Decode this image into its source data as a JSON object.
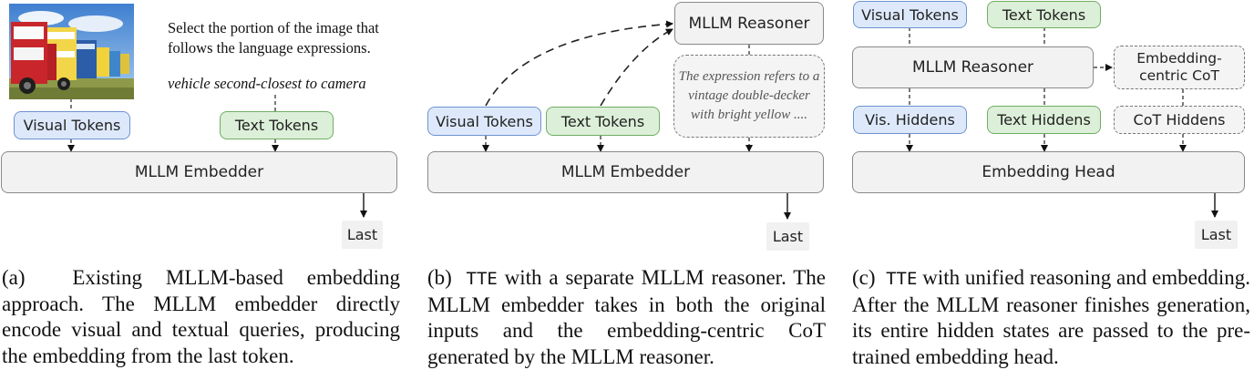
{
  "panel_a": {
    "instruction": "Select the portion of the image that follows the language expressions.",
    "query": "vehicle second-closest to camera",
    "visual_tokens": "Visual Tokens",
    "text_tokens": "Text Tokens",
    "embedder": "MLLM Embedder",
    "last": "Last",
    "caption_tag": "(a)",
    "caption": "Existing MLLM-based embedding approach. The MLLM embedder directly encode visual and textual queries, producing the embedding from the last token."
  },
  "panel_b": {
    "reasoner": "MLLM Reasoner",
    "cot_text": "The expression refers to a vintage double-decker with bright yellow ....",
    "visual_tokens": "Visual Tokens",
    "text_tokens": "Text Tokens",
    "embedder": "MLLM Embedder",
    "last": "Last",
    "caption_tag": "(b)",
    "caption_mono": "TTE",
    "caption": "with a separate MLLM reasoner. The MLLM embedder takes in both the original inputs and the embedding-centric CoT generated by the MLLM reasoner."
  },
  "panel_c": {
    "visual_tokens": "Visual Tokens",
    "text_tokens": "Text Tokens",
    "reasoner": "MLLM Reasoner",
    "cot": "Embedding-centric CoT",
    "vis_hiddens": "Vis. Hiddens",
    "text_hiddens": "Text Hiddens",
    "cot_hiddens": "CoT Hiddens",
    "head": "Embedding Head",
    "last": "Last",
    "caption_tag": "(c)",
    "caption_mono": "TTE",
    "caption": "with unified reasoning and embedding. After the MLLM reasoner finishes generation, its entire hidden states are passed to the pre-trained embedding head."
  },
  "colors": {
    "visual": "#dde9fb",
    "text": "#dcefd8",
    "neutral": "#f2f2f2"
  }
}
